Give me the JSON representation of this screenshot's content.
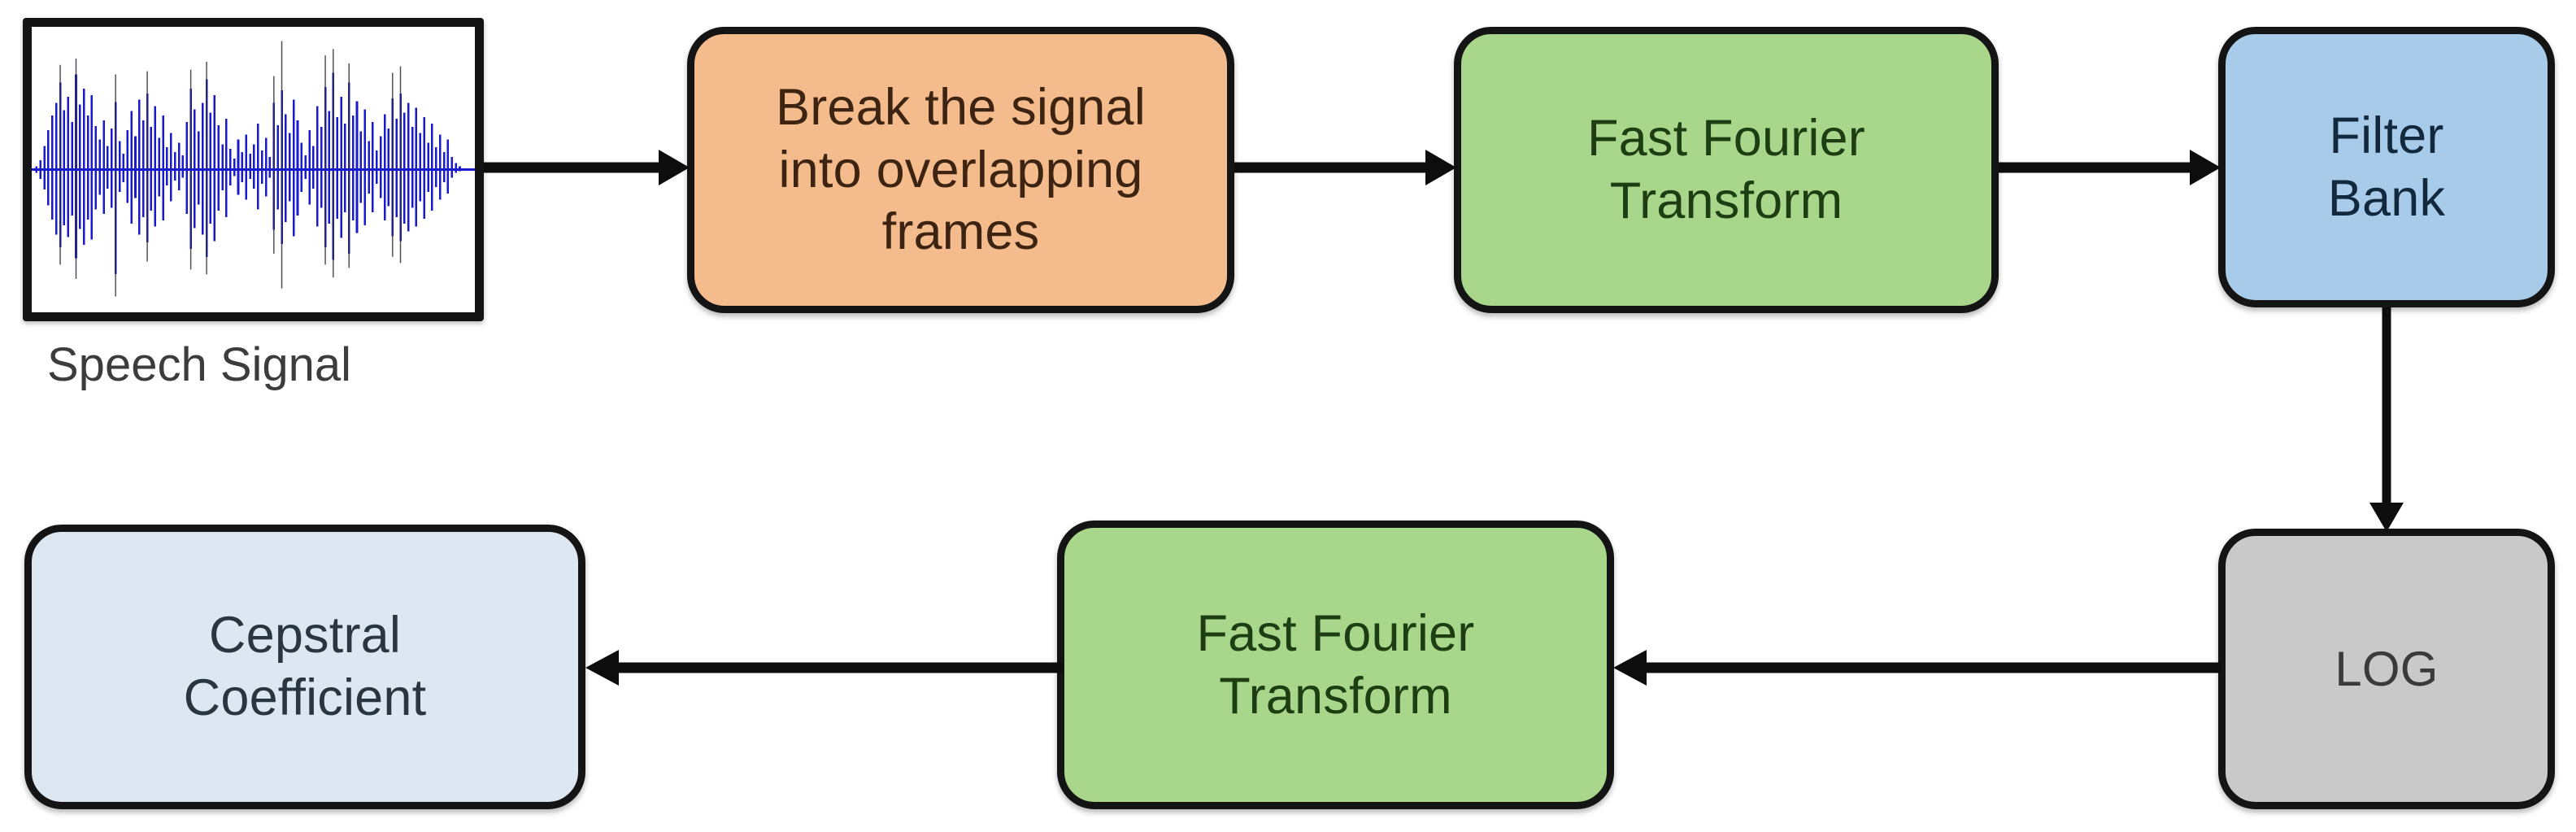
{
  "diagram": {
    "title": "MFCC feature extraction pipeline",
    "type": "flowchart",
    "background_color": "#ffffff"
  },
  "nodes": {
    "speech_signal": {
      "label": "",
      "caption": "Speech Signal",
      "kind": "waveform-image",
      "fill_color": "#ffffff",
      "border_color": "#141414",
      "waveform_color": "#1414c8"
    },
    "break_frames": {
      "label": "Break the signal\ninto overlapping\nframes",
      "fill_color": "#f4bb8c",
      "text_color": "#3d2312"
    },
    "fft_top": {
      "label": "Fast Fourier\nTransform",
      "fill_color": "#a8d68a",
      "text_color": "#1d3d12"
    },
    "filter_bank": {
      "label": "Filter\nBank",
      "fill_color": "#a7cbe9",
      "text_color": "#12283d"
    },
    "log": {
      "label": "LOG",
      "fill_color": "#c9c9c9",
      "text_color": "#3a3a3a"
    },
    "fft_bottom": {
      "label": "Fast Fourier\nTransform",
      "fill_color": "#a8d68a",
      "text_color": "#1d3d12"
    },
    "cepstral_coefficient": {
      "label": "Cepstral\nCoefficient",
      "fill_color": "#dde7f2",
      "text_color": "#2a3542"
    }
  },
  "connections": [
    {
      "id": "speech-to-frames",
      "from": "speech_signal",
      "to": "break_frames",
      "direction": "right"
    },
    {
      "id": "frames-to-fft",
      "from": "break_frames",
      "to": "fft_top",
      "direction": "right"
    },
    {
      "id": "fft-to-filterbank",
      "from": "fft_top",
      "to": "filter_bank",
      "direction": "right"
    },
    {
      "id": "filterbank-to-log",
      "from": "filter_bank",
      "to": "log",
      "direction": "down"
    },
    {
      "id": "log-to-fft2",
      "from": "log",
      "to": "fft_bottom",
      "direction": "left"
    },
    {
      "id": "fft2-to-cepstral",
      "from": "fft_bottom",
      "to": "cepstral_coefficient",
      "direction": "left"
    }
  ],
  "colors": {
    "arrow": "#0d0d0d",
    "border": "#141414",
    "orange": "#f4bb8c",
    "green": "#a8d68a",
    "blue": "#a7cbe9",
    "grey": "#c9c9c9",
    "pale_blue": "#dde7f2"
  }
}
